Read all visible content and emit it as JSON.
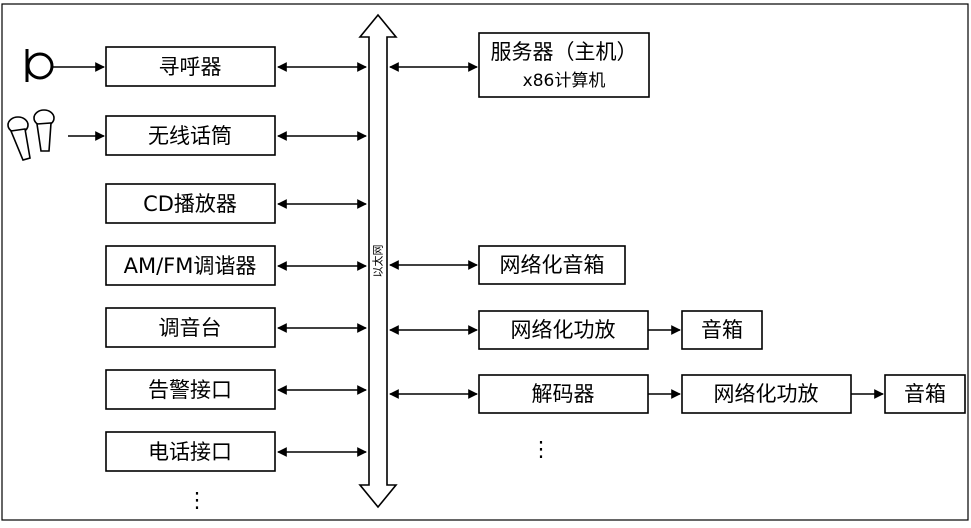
{
  "diagram": {
    "bus_label": "以太网",
    "left_devices": [
      {
        "id": "pager",
        "label": "寻呼器",
        "icon": "microphone-stand-icon"
      },
      {
        "id": "wireless-mic",
        "label": "无线话筒",
        "icon": "handheld-microphones-icon"
      },
      {
        "id": "cd-player",
        "label": "CD播放器"
      },
      {
        "id": "tuner",
        "label": "AM/FM调谐器"
      },
      {
        "id": "mixer",
        "label": "调音台"
      },
      {
        "id": "alarm-interface",
        "label": "告警接口"
      },
      {
        "id": "phone-interface",
        "label": "电话接口"
      }
    ],
    "server": {
      "line1": "服务器（主机）",
      "line2": "x86计算机"
    },
    "network_speaker": {
      "label": "网络化音箱"
    },
    "amp_chain": {
      "amp": "网络化功放",
      "speaker": "音箱"
    },
    "decoder_chain": {
      "decoder": "解码器",
      "amp": "网络化功放",
      "speaker": "音箱"
    },
    "ellipsis": "⋮"
  }
}
